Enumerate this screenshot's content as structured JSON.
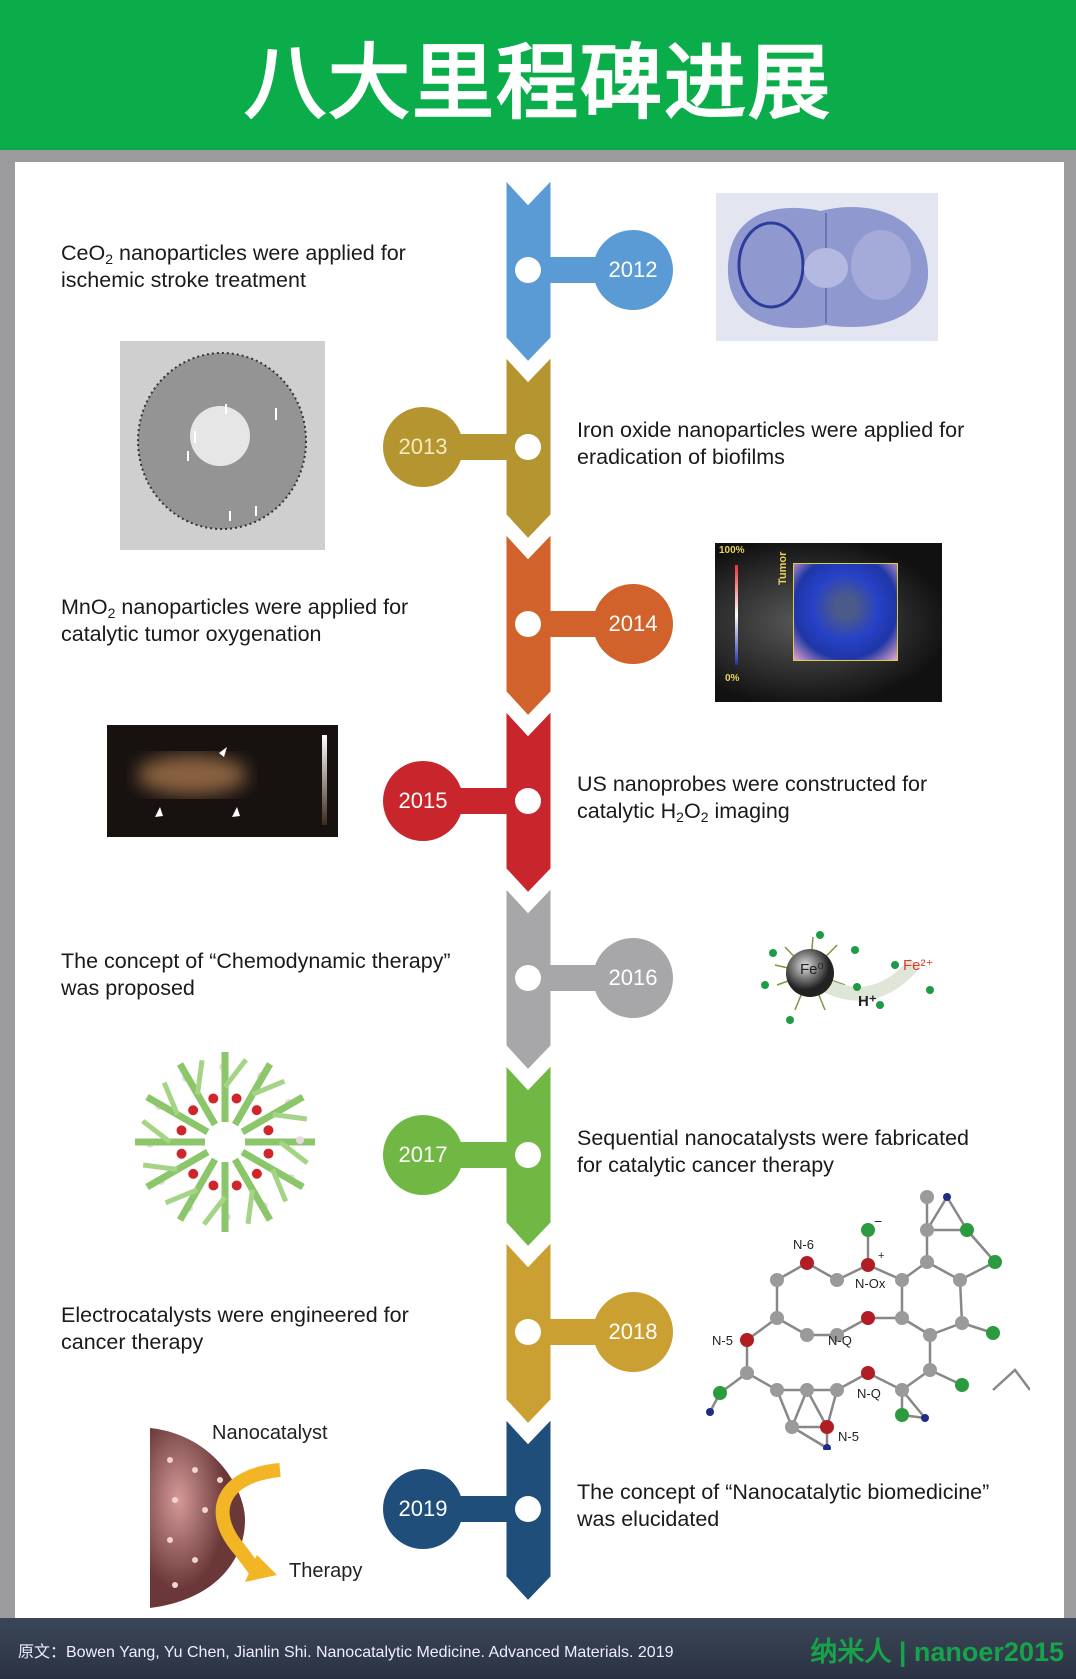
{
  "title": "八大里程碑进展",
  "events": [
    {
      "year": "2012",
      "color": "#5b9bd5",
      "year_color": "#ffffff",
      "lines": [
        [
          {
            "t": "CeO"
          },
          {
            "t": "2",
            "sub": true
          },
          {
            "t": " nanoparticles were applied for"
          }
        ],
        [
          {
            "t": "ischemic stroke treatment"
          }
        ]
      ]
    },
    {
      "year": "2013",
      "color": "#b5952f",
      "year_color": "#f6ebbf",
      "lines": [
        [
          {
            "t": "Iron oxide nanoparticles were applied for"
          }
        ],
        [
          {
            "t": "eradication of biofilms"
          }
        ]
      ]
    },
    {
      "year": "2014",
      "color": "#d2622b",
      "year_color": "#ffffff",
      "lines": [
        [
          {
            "t": "MnO"
          },
          {
            "t": "2",
            "sub": true
          },
          {
            "t": " nanoparticles were applied for"
          }
        ],
        [
          {
            "t": "catalytic tumor oxygenation"
          }
        ]
      ]
    },
    {
      "year": "2015",
      "color": "#c8262c",
      "year_color": "#ffffff",
      "lines": [
        [
          {
            "t": "US nanoprobes were constructed for"
          }
        ],
        [
          {
            "t": "catalytic H"
          },
          {
            "t": "2",
            "sub": true
          },
          {
            "t": "O"
          },
          {
            "t": "2",
            "sub": true
          },
          {
            "t": " imaging"
          }
        ]
      ]
    },
    {
      "year": "2016",
      "color": "#a7a7a9",
      "year_color": "#ffffff",
      "lines": [
        [
          {
            "t": "The concept of “Chemodynamic therapy”"
          }
        ],
        [
          {
            "t": "was proposed"
          }
        ]
      ]
    },
    {
      "year": "2017",
      "color": "#71b743",
      "year_color": "#ffffff",
      "lines": [
        [
          {
            "t": "Sequential nanocatalysts were fabricated"
          }
        ],
        [
          {
            "t": "for catalytic cancer therapy"
          }
        ]
      ]
    },
    {
      "year": "2018",
      "color": "#c9a031",
      "year_color": "#ffffff",
      "lines": [
        [
          {
            "t": "Electrocatalysts were engineered for"
          }
        ],
        [
          {
            "t": "cancer therapy"
          }
        ]
      ]
    },
    {
      "year": "2019",
      "color": "#1f4e7a",
      "year_color": "#ffffff",
      "lines": [
        [
          {
            "t": "The concept of “Nanocatalytic biomedicine”"
          }
        ],
        [
          {
            "t": "was elucidated"
          }
        ]
      ]
    }
  ],
  "image_labels": {
    "ultrasound_max": "100%",
    "ultrasound_min": "0%",
    "ultrasound_roi": "Tumor",
    "fe_core": "Fe⁰",
    "fe_ion": "Fe²⁺",
    "proton": "H⁺",
    "n6": "N-6",
    "nox": "N-Ox",
    "n5a": "N-5",
    "nqa": "N-Q",
    "nqb": "N-Q",
    "n5b": "N-5",
    "minus": "−",
    "plus": "+",
    "nanocatalyst": "Nanocatalyst",
    "therapy": "Therapy"
  },
  "footer": {
    "citation": "原文：Bowen Yang, Yu Chen, Jianlin Shi. Nanocatalytic Medicine. Advanced Materials. 2019",
    "brand": "纳米人 | nanoer2015"
  }
}
